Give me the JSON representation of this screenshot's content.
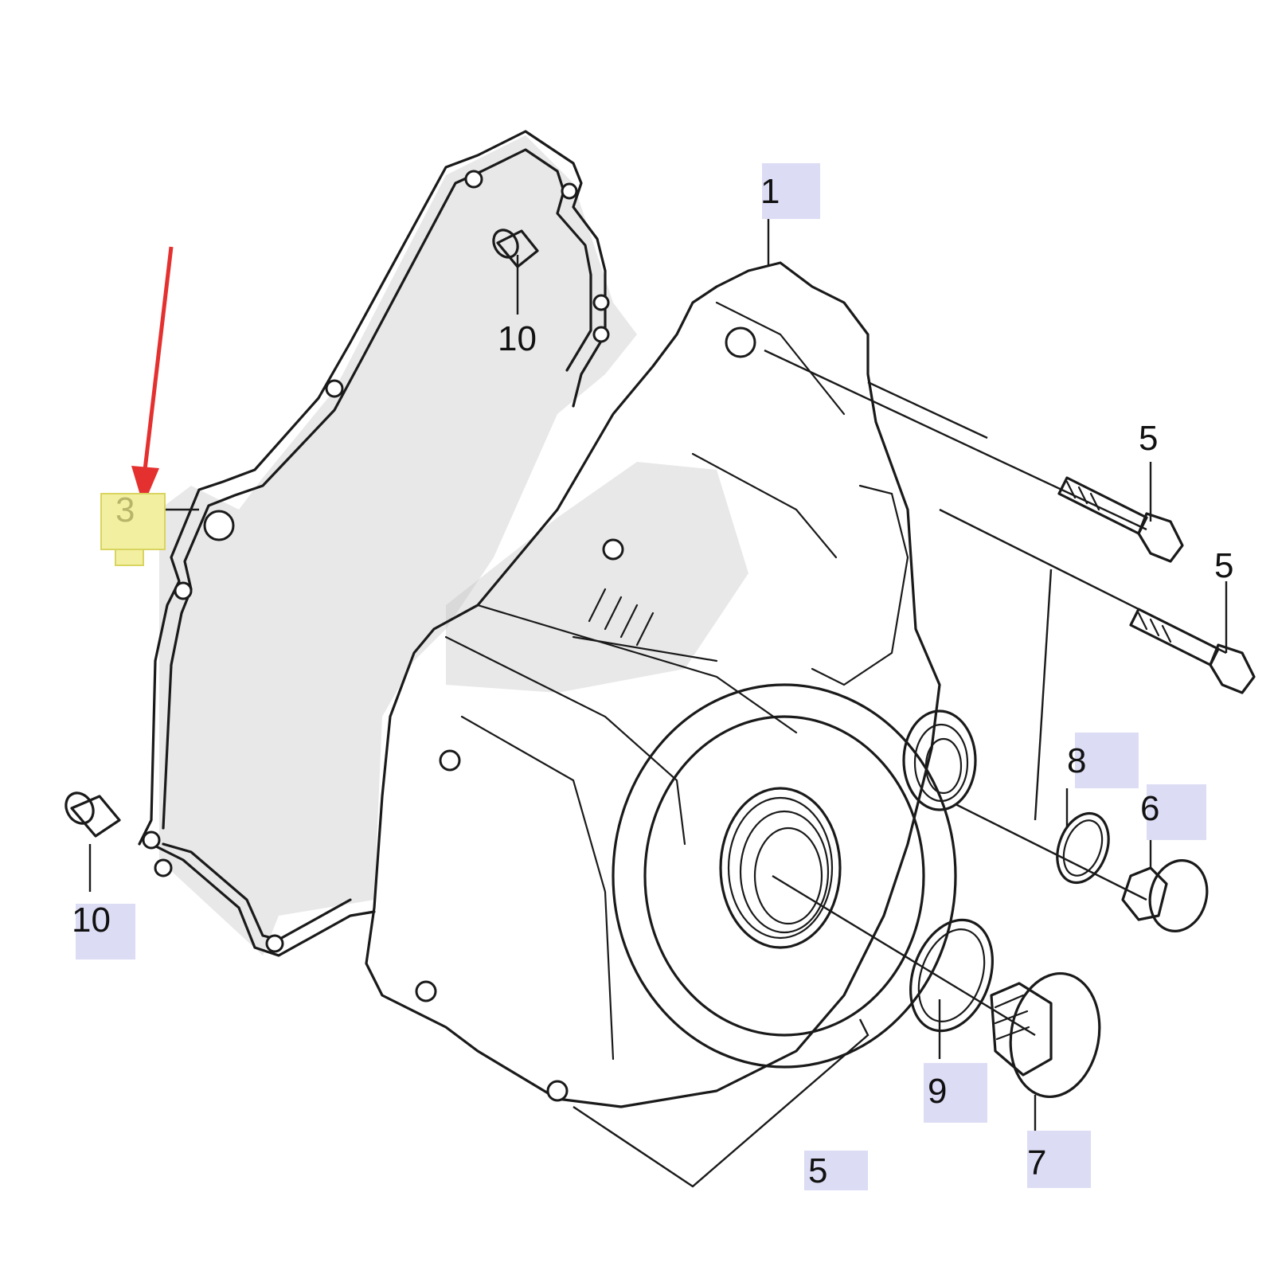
{
  "accent_arrow_color": "#e53030",
  "highlight_color": "#f2f0a0",
  "label_bg_color": "#dcdcf5",
  "callouts": [
    {
      "id": "c1",
      "text": "1",
      "boxed": true
    },
    {
      "id": "c3",
      "text": "3",
      "highlighted": true
    },
    {
      "id": "c5a",
      "text": "5",
      "boxed": false
    },
    {
      "id": "c5b",
      "text": "5",
      "boxed": false
    },
    {
      "id": "c5c",
      "text": "5",
      "boxed": true
    },
    {
      "id": "c6",
      "text": "6",
      "boxed": true
    },
    {
      "id": "c7",
      "text": "7",
      "boxed": true
    },
    {
      "id": "c8",
      "text": "8",
      "boxed": true
    },
    {
      "id": "c9",
      "text": "9",
      "boxed": true
    },
    {
      "id": "c10a",
      "text": "10",
      "boxed": false
    },
    {
      "id": "c10b",
      "text": "10",
      "boxed": true
    }
  ]
}
